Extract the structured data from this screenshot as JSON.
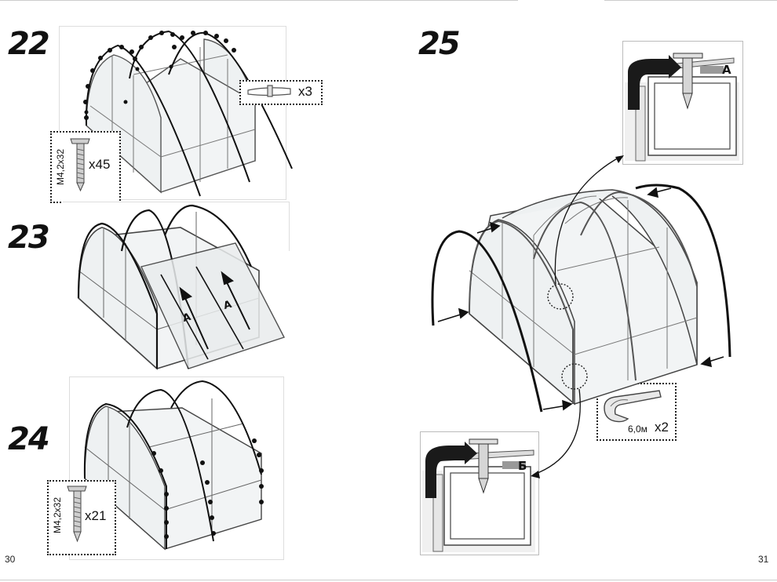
{
  "pages": {
    "left": "30",
    "right": "31"
  },
  "steps": {
    "s22": {
      "number": "22",
      "screw": {
        "size": "М4,2x32",
        "count": "x45"
      },
      "connector_count": "x3"
    },
    "s23": {
      "number": "23",
      "marker": "А"
    },
    "s24": {
      "number": "24",
      "screw": {
        "size": "М4,2x32",
        "count": "x21"
      }
    },
    "s25": {
      "number": "25",
      "detail_a_label": "А",
      "detail_b_label": "Б",
      "profile": {
        "length": "6,0м",
        "count": "x2"
      }
    }
  }
}
